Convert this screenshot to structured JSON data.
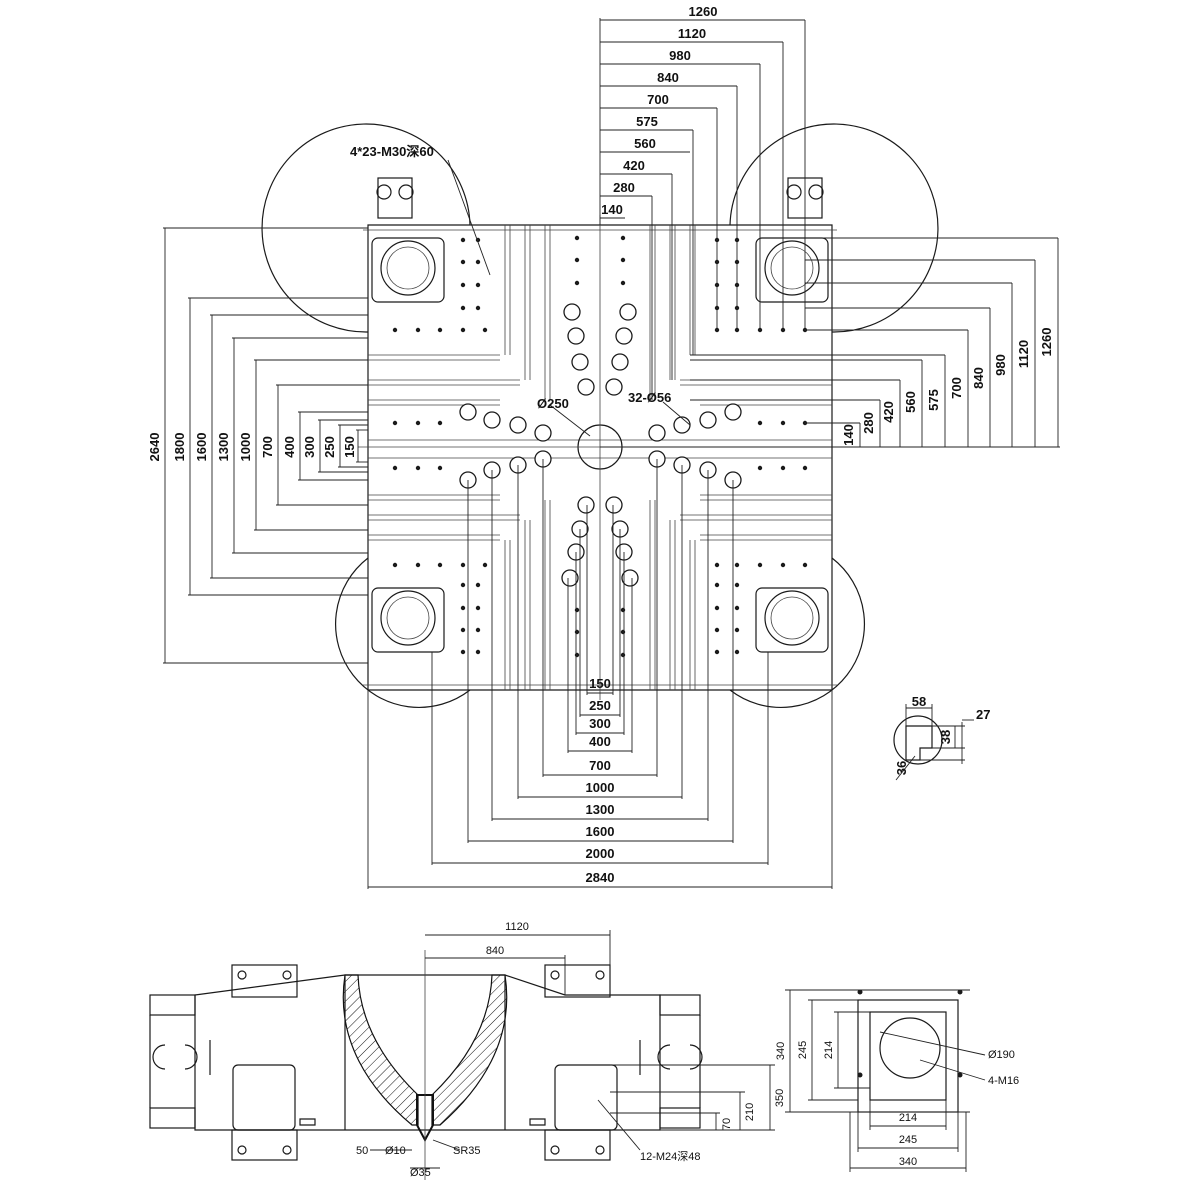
{
  "plan_top_dims": [
    "1260",
    "1120",
    "980",
    "840",
    "700",
    "575",
    "560",
    "420",
    "280",
    "140"
  ],
  "plan_right_dims": [
    "1260",
    "1120",
    "980",
    "840",
    "700",
    "575",
    "560",
    "420",
    "280",
    "140"
  ],
  "plan_left_dims": [
    "2640",
    "1800",
    "1600",
    "1300",
    "1000",
    "700",
    "400",
    "300",
    "250",
    "150"
  ],
  "plan_bottom_dims": [
    "150",
    "250",
    "300",
    "400",
    "700",
    "1000",
    "1300",
    "1600",
    "2000",
    "2840"
  ],
  "plan_callouts": {
    "tapped_holes": "4*23-M30深60",
    "center_hole": "Ø250",
    "ring_holes": "32-Ø56"
  },
  "detail_dims": {
    "width": "58",
    "height": "38",
    "offset": "27",
    "radius": "36"
  },
  "section_dims": {
    "top_wide": "1120",
    "top_narrow": "840",
    "h_350": "350",
    "h_210": "210",
    "h_70": "70",
    "bottom_50": "50",
    "dia_10": "Ø10",
    "sphere": "SR35",
    "dia_35": "Ø35",
    "bolts": "12-M24深48"
  },
  "pad_dims": {
    "outer_v": "340",
    "mid_v": "245",
    "inner_v": "214",
    "inner_h": "214",
    "mid_h": "245",
    "outer_h": "340",
    "bore": "Ø190",
    "screws": "4-M16"
  }
}
